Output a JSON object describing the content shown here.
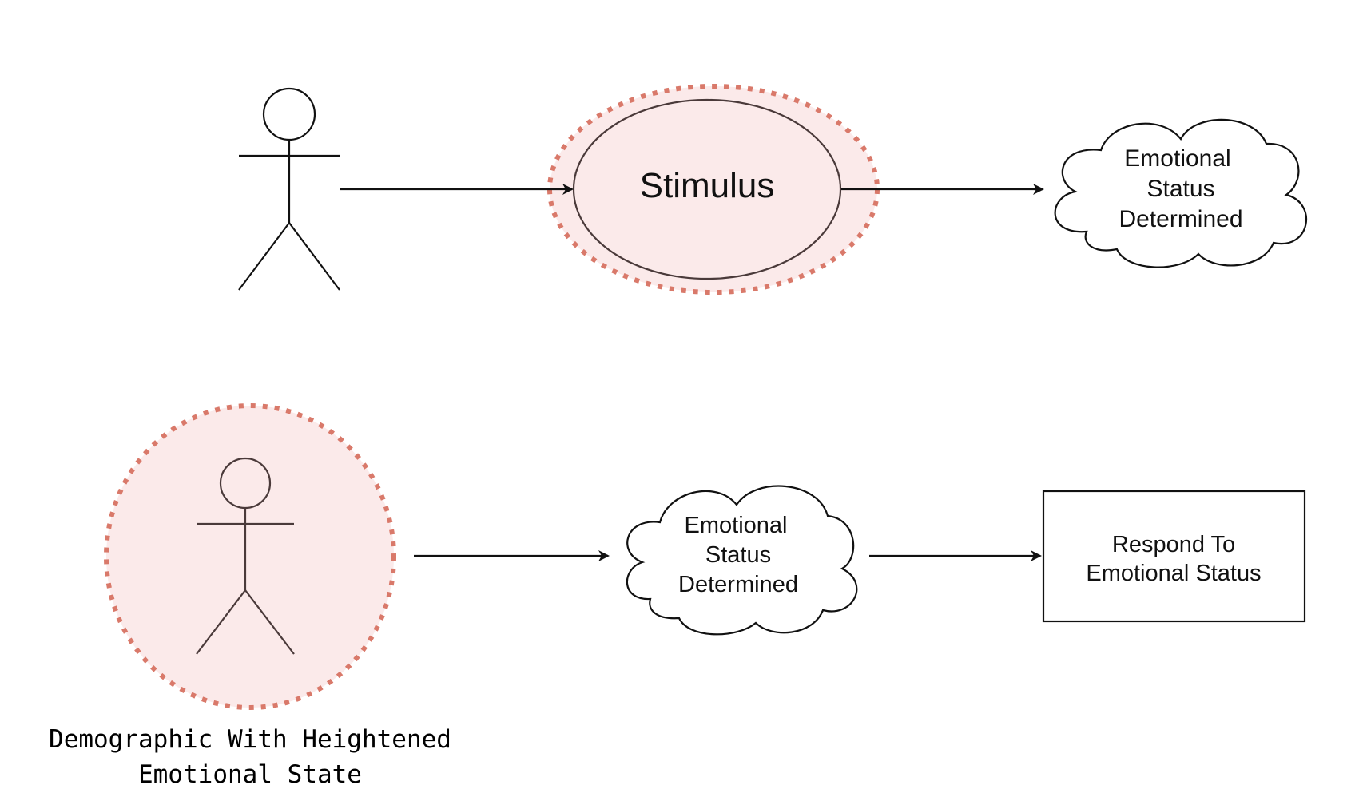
{
  "diagram": {
    "top_row": {
      "stimulus_label": "Stimulus",
      "outcome_cloud": {
        "lines": [
          "Emotional",
          "Status",
          "Determined"
        ]
      }
    },
    "bottom_row": {
      "actor_caption": {
        "lines": [
          "Demographic With Heightened",
          "Emotional State"
        ]
      },
      "status_cloud": {
        "lines": [
          "Emotional",
          "Status",
          "Determined"
        ]
      },
      "response_box": {
        "lines": [
          "Respond To",
          "Emotional Status"
        ]
      }
    }
  },
  "colors": {
    "highlight_fill": "#fbeaea",
    "highlight_dots": "#d9796a",
    "stroke": "#111111"
  }
}
